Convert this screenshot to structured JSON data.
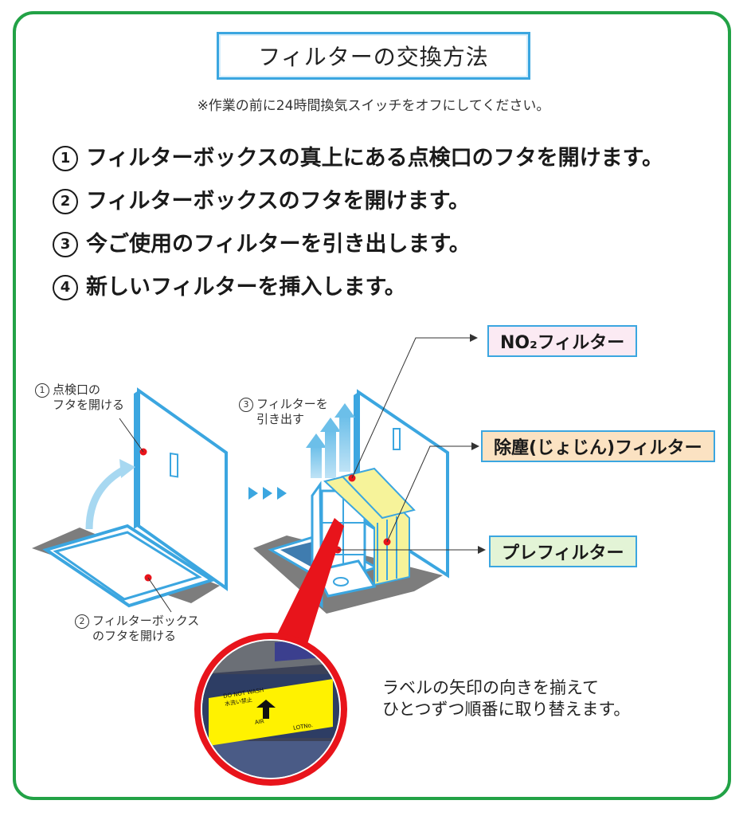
{
  "title": "フィルターの交換方法",
  "note": "※作業の前に24時間換気スイッチをオフにしてください。",
  "steps": [
    {
      "num": "1",
      "text": "フィルターボックスの真上にある点検口のフタを開けます。"
    },
    {
      "num": "2",
      "text": "フィルターボックスのフタを開けます。"
    },
    {
      "num": "3",
      "text": "今ご使用のフィルターを引き出します。"
    },
    {
      "num": "4",
      "text": "新しいフィルターを挿入します。"
    }
  ],
  "diagram_labels": {
    "inspect_lid_num": "1",
    "inspect_lid_line1": "点検口の",
    "inspect_lid_line2": "フタを開ける",
    "box_lid_num": "2",
    "box_lid_line1": "フィルターボックス",
    "box_lid_line2": "のフタを開ける",
    "pull_out_num": "3",
    "pull_out_line1": "フィルターを",
    "pull_out_line2": "引き出す"
  },
  "filters": {
    "no2": "NO₂フィルター",
    "dust": "除塵(じょじん)フィルター",
    "pre": "プレフィルター"
  },
  "label_card": {
    "do_not_wash": "DO NOT WASH",
    "wash_jp": "水洗い禁止",
    "air": "AIR",
    "lot": "LOTNo."
  },
  "caption_line1": "ラベルの矢印の向きを揃えて",
  "caption_line2": "ひとつずつ順番に取り替えます。",
  "colors": {
    "frame": "#22a246",
    "accent_blue": "#3ba6e0",
    "no2_bg": "#fbeaf3",
    "dust_bg": "#fbe2c2",
    "pre_bg": "#e3f4d6",
    "zoom_red": "#e8141b",
    "filter_yellow": "#f6f39a"
  }
}
